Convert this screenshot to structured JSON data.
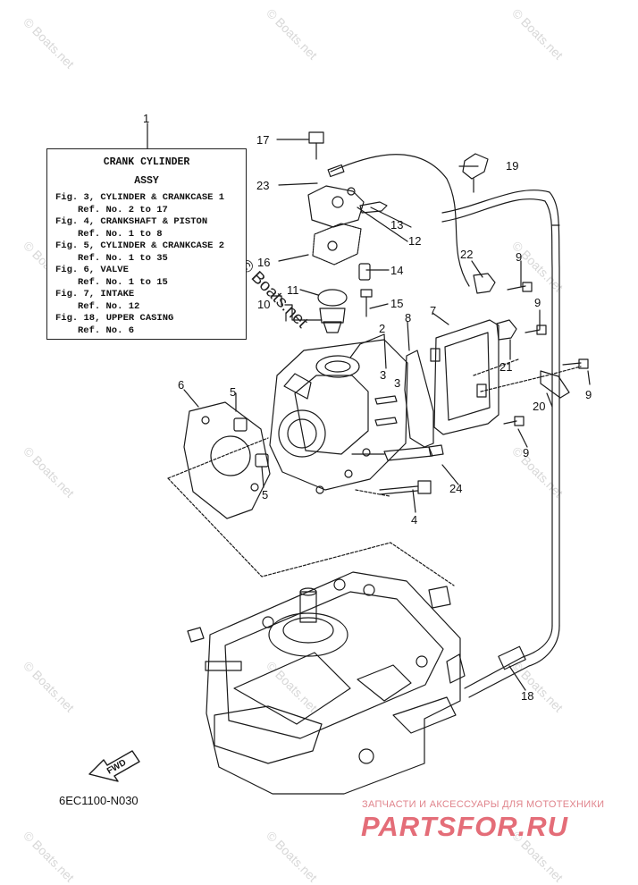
{
  "infobox": {
    "title": "CRANK CYLINDER",
    "subtitle": "ASSY",
    "rows": [
      {
        "fig": "Fig. 3, CYLINDER & CRANKCASE 1",
        "ref": "Ref. No. 2 to 17"
      },
      {
        "fig": "Fig. 4, CRANKSHAFT & PISTON",
        "ref": "Ref. No. 1 to 8"
      },
      {
        "fig": "Fig. 5, CYLINDER & CRANKCASE 2",
        "ref": "Ref. No. 1 to 35"
      },
      {
        "fig": "Fig. 6, VALVE",
        "ref": "Ref. No. 1 to 15"
      },
      {
        "fig": "Fig. 7, INTAKE",
        "ref": "Ref. No. 12"
      },
      {
        "fig": "Fig. 18, UPPER CASING",
        "ref": "Ref. No. 6"
      }
    ]
  },
  "callouts": [
    "1",
    "2",
    "3",
    "3",
    "4",
    "5",
    "5",
    "6",
    "7",
    "8",
    "9",
    "9",
    "9",
    "9",
    "10",
    "11",
    "12",
    "13",
    "14",
    "15",
    "16",
    "17",
    "18",
    "19",
    "20",
    "21",
    "22",
    "23",
    "24"
  ],
  "fwd_label": "FWD",
  "diagram_code": "6EC1100-N030",
  "watermark": "© Boats.net",
  "brand": {
    "tagline": "ЗАПЧАСТИ И АКСЕССУАРЫ ДЛЯ МОТОТЕХНИКИ",
    "logo": "PARTSFOR.RU",
    "color": "#e46d78"
  }
}
